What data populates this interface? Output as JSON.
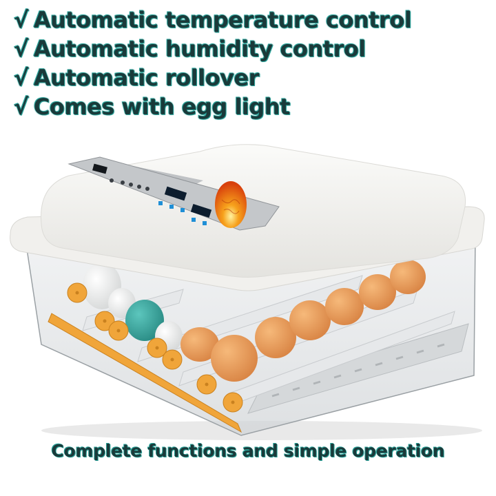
{
  "features": [
    {
      "check": "√",
      "text": "Automatic temperature control"
    },
    {
      "check": "√",
      "text": "Automatic humidity control"
    },
    {
      "check": "√",
      "text": "Automatic rollover"
    },
    {
      "check": "√",
      "text": "Comes with egg light"
    }
  ],
  "product": {
    "name": "egg-incubator",
    "colors": {
      "lid": "#f2f1ee",
      "panel": "#b9bcbf",
      "display": "#0d1d2e",
      "buttons": "#1f8fd6",
      "candling_egg": "#f25a12",
      "eggs_brown": "#e89a58",
      "egg_teal": "#3aa8a0",
      "gears": "#f0a53a"
    }
  },
  "tagline": "Complete functions and simple operation"
}
